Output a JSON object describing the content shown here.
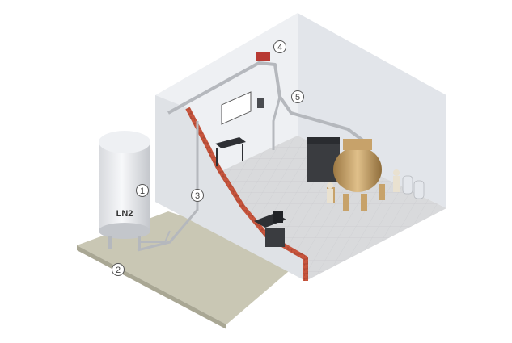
{
  "tank": {
    "label": "LN2"
  },
  "callouts": [
    {
      "id": "1"
    },
    {
      "id": "2"
    },
    {
      "id": "3"
    },
    {
      "id": "4"
    },
    {
      "id": "5"
    }
  ],
  "colors": {
    "floor_outdoor": "#c9c7b4",
    "floor_indoor": "#d9dadc",
    "wall": "#e9ebef",
    "brick": "#c8553d",
    "pipe": "#b5b8bd",
    "brass": "#c7a26a",
    "dark_equipment": "#3a3c40"
  }
}
